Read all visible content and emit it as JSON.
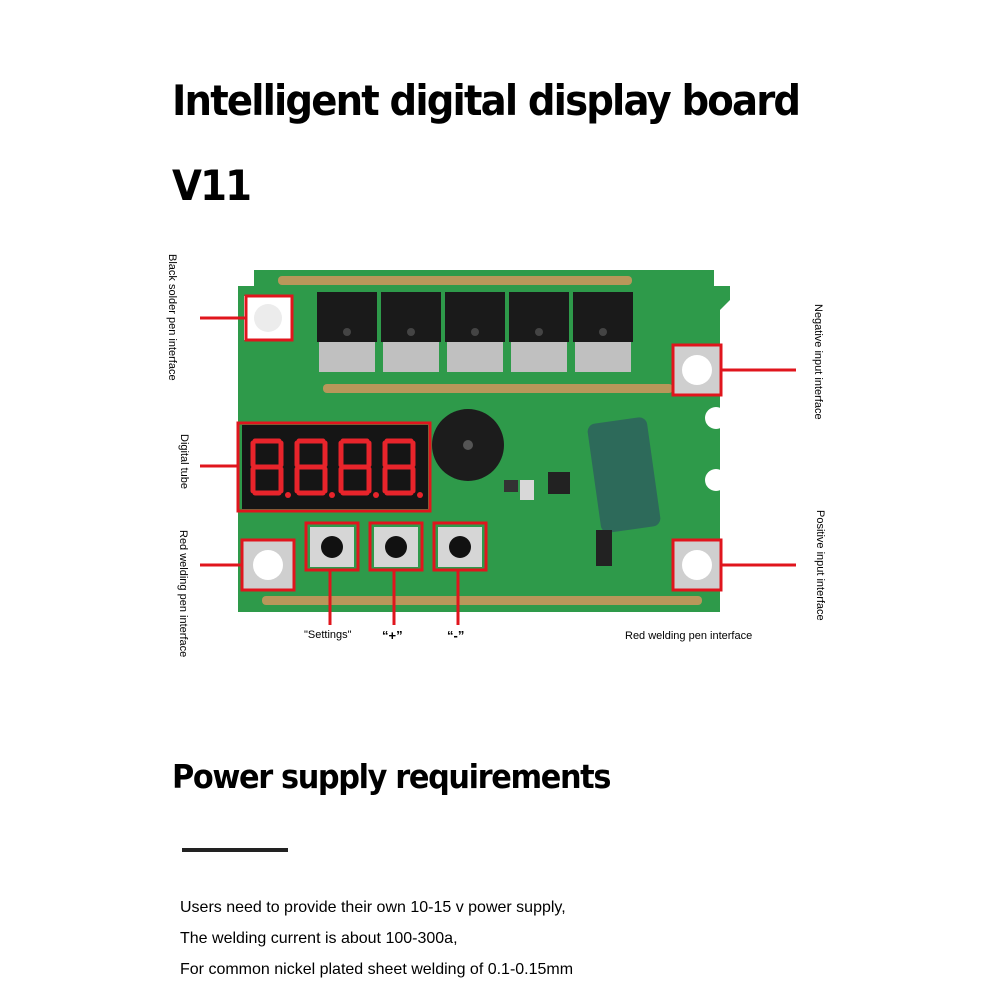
{
  "heading": {
    "line1": "Intelligent digital display board",
    "line2": "V11"
  },
  "labels": {
    "black_pen": "Black solder pen interface",
    "digital_tube": "Digital tube",
    "red_pen_left": "Red welding pen interface",
    "negative_input": "Negative input interface",
    "positive_input": "Positive input interface",
    "red_pen_right": "Red welding pen interface",
    "settings": "\"Settings\"",
    "plus": "“+”",
    "minus": "“-”"
  },
  "board": {
    "display_digits": "8.8.8.8.",
    "pcb_color": "#2e9a4a",
    "highlight_color": "#e0151d",
    "display_color": "#e8242b"
  },
  "requirements": {
    "title": "Power supply requirements",
    "lines": [
      "Users need to provide their own 10-15 v power supply,",
      "The welding current is about 100-300a,",
      "For common nickel plated sheet welding of 0.1-0.15mm"
    ]
  }
}
